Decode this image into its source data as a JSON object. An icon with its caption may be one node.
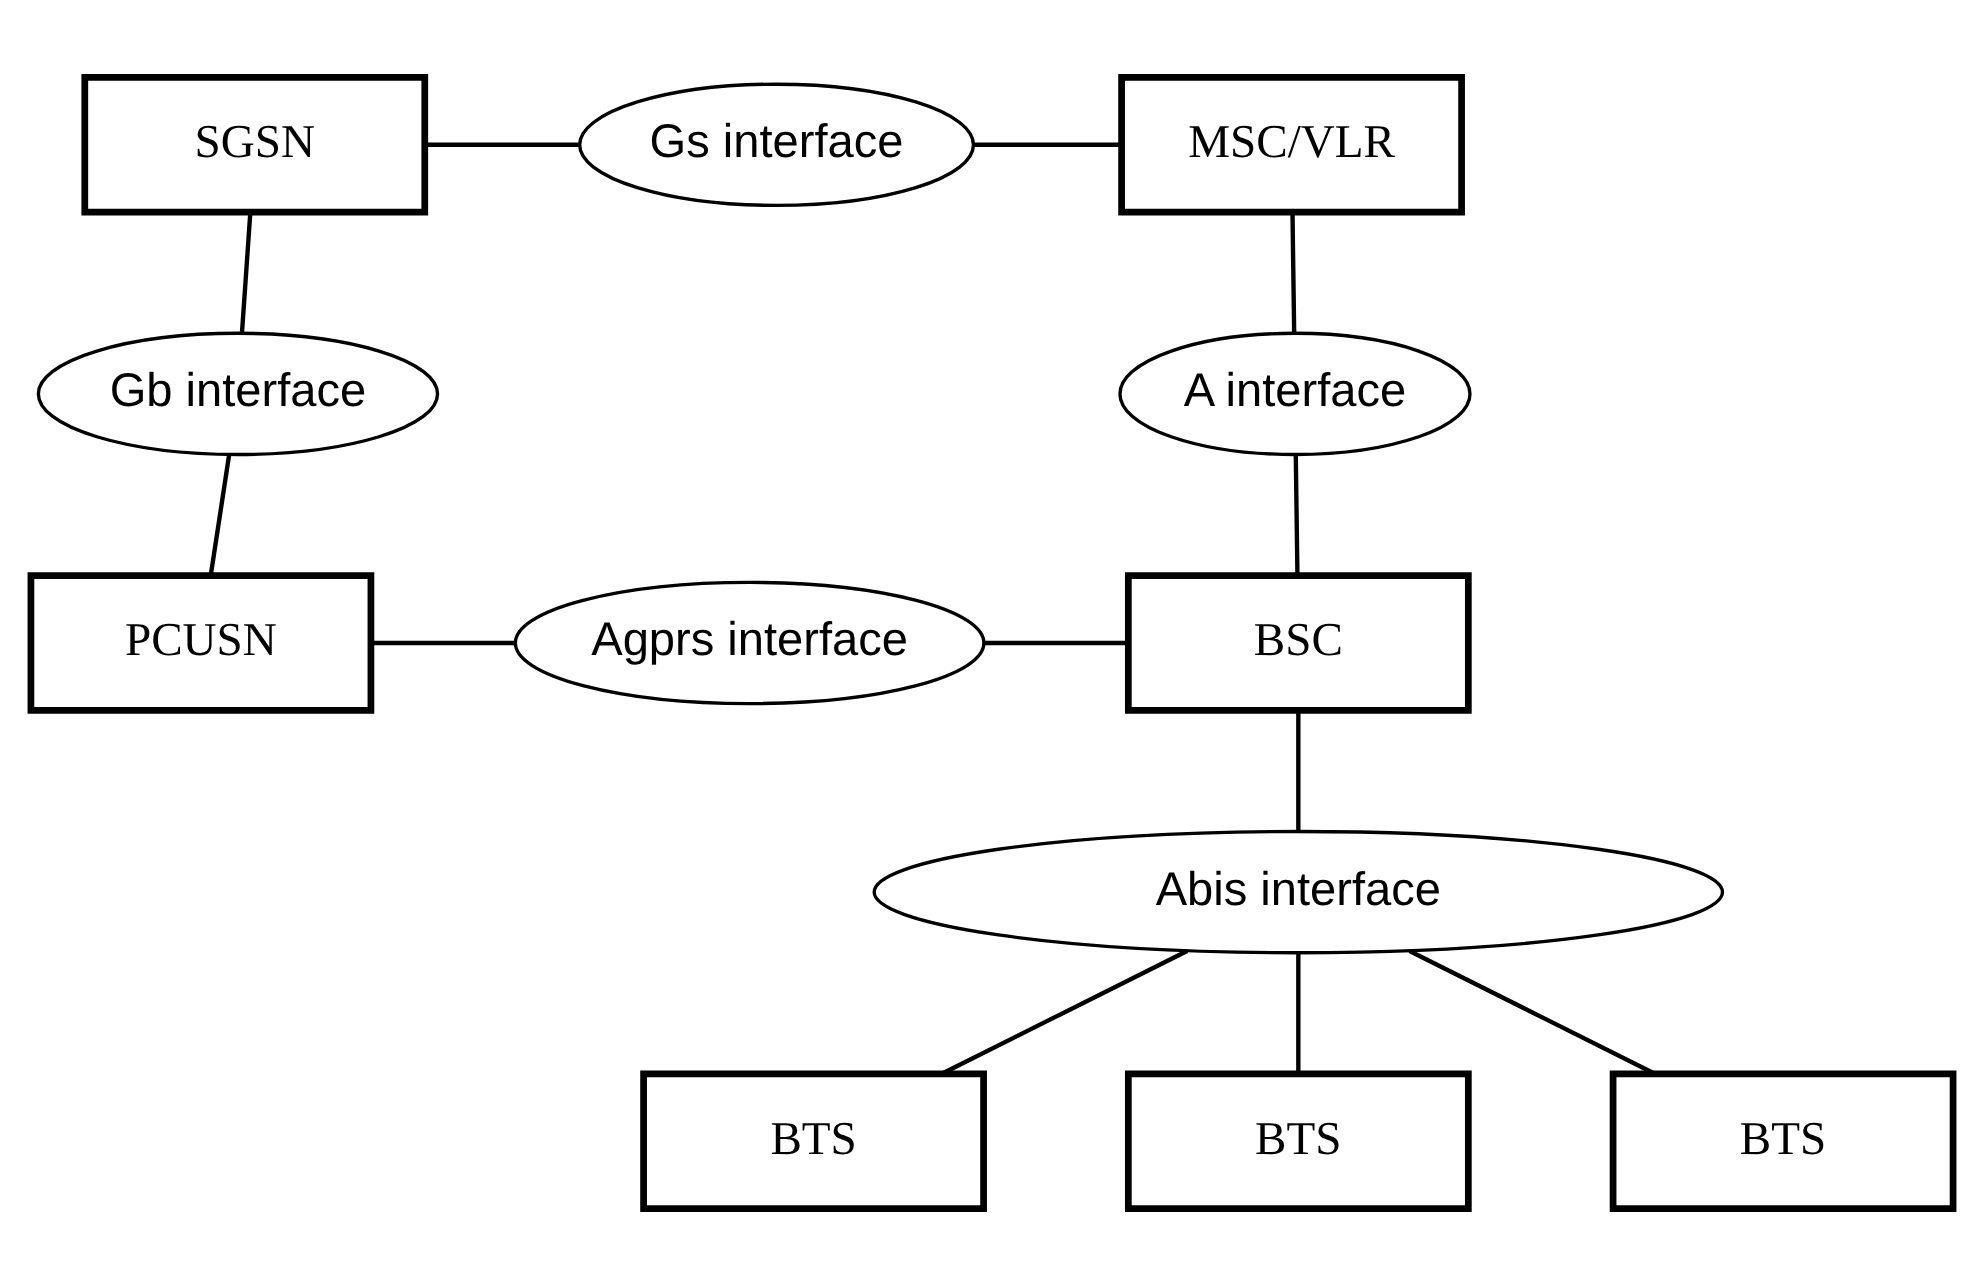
{
  "diagram": {
    "nodes": [
      {
        "text": [
          "SGSN"
        ]
      },
      {
        "text": [
          "Gs interface"
        ]
      },
      {
        "text": [
          "MSC/VLR"
        ]
      },
      {
        "text": [
          "Gb interface"
        ]
      },
      {
        "text": [
          "A interface"
        ]
      },
      {
        "text": [
          "PCUSN"
        ]
      },
      {
        "text": [
          "Agprs interface"
        ]
      },
      {
        "text": [
          "BSC"
        ]
      },
      {
        "text": [
          "Abis interface"
        ]
      },
      {
        "text": [
          "BTS"
        ]
      },
      {
        "text": [
          "BTS"
        ]
      },
      {
        "text": [
          "BTS"
        ]
      }
    ],
    "edges": [
      {
        "from": 0,
        "to": 1,
        "arrow": "none"
      },
      {
        "from": 1,
        "to": 2,
        "arrow": "none"
      },
      {
        "from": 0,
        "to": 3,
        "arrow": "none"
      },
      {
        "from": 3,
        "to": 5,
        "arrow": "none"
      },
      {
        "from": 2,
        "to": 4,
        "arrow": "none"
      },
      {
        "from": 4,
        "to": 7,
        "arrow": "none"
      },
      {
        "from": 5,
        "to": 6,
        "arrow": "none"
      },
      {
        "from": 6,
        "to": 7,
        "arrow": "none"
      },
      {
        "from": 7,
        "to": 8,
        "arrow": "none"
      },
      {
        "from": 8,
        "to": 9,
        "arrow": "none"
      },
      {
        "from": 8,
        "to": 10,
        "arrow": "none"
      },
      {
        "from": 8,
        "to": 11,
        "arrow": "none"
      }
    ]
  }
}
